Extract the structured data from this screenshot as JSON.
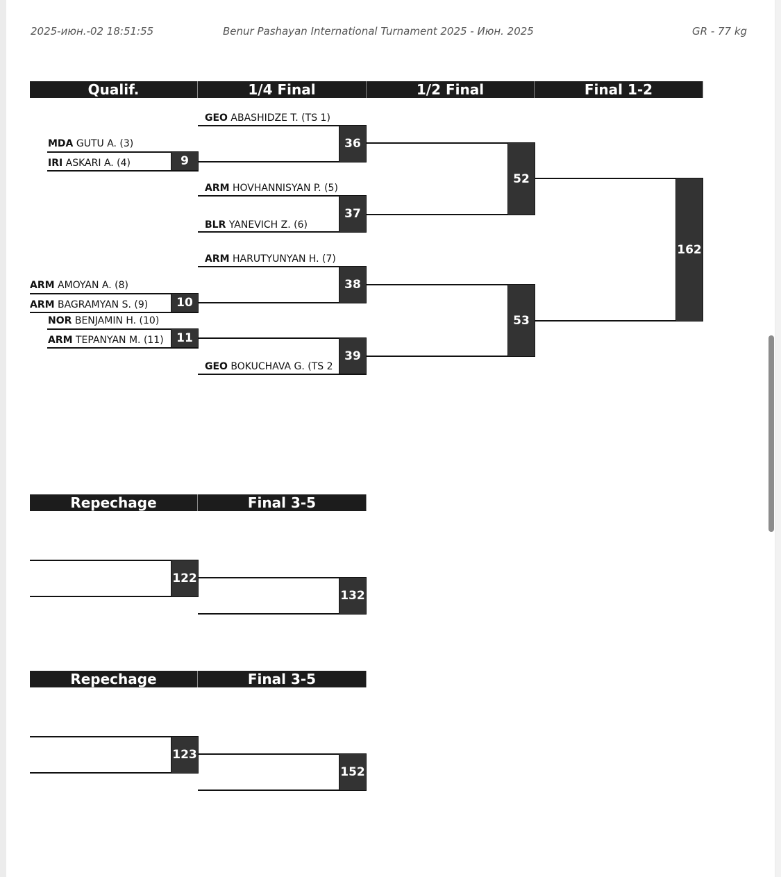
{
  "header": {
    "timestamp": "2025-июн.-02 18:51:55",
    "title": "Benur Pashayan International Turnament 2025 - Июн. 2025",
    "category": "GR - 77 kg"
  },
  "rounds": {
    "qualif": "Qualif.",
    "quarter": "1/4 Final",
    "semi": "1/2 Final",
    "final": "Final 1-2",
    "repechage1": "Repechage",
    "final35_1": "Final 3-5",
    "repechage2": "Repechage",
    "final35_2": "Final 3-5"
  },
  "wrestlers": [
    {
      "country": "GEO",
      "name": "ABASHIDZE T. (TS 1)"
    },
    {
      "country": "MDA",
      "name": "GUTU A. (3)"
    },
    {
      "country": "IRI",
      "name": "ASKARI A. (4)"
    },
    {
      "country": "ARM",
      "name": "HOVHANNISYAN P. (5)"
    },
    {
      "country": "BLR",
      "name": "YANEVICH Z. (6)"
    },
    {
      "country": "ARM",
      "name": "HARUTYUNYAN H. (7)"
    },
    {
      "country": "ARM",
      "name": "AMOYAN A. (8)"
    },
    {
      "country": "ARM",
      "name": "BAGRAMYAN S. (9)"
    },
    {
      "country": "NOR",
      "name": "BENJAMIN H. (10)"
    },
    {
      "country": "ARM",
      "name": "TEPANYAN M. (11)"
    },
    {
      "country": "GEO",
      "name": "BOKUCHAVA G. (TS 2"
    }
  ],
  "bouts": {
    "b9": "9",
    "b10": "10",
    "b11": "11",
    "b36": "36",
    "b37": "37",
    "b38": "38",
    "b39": "39",
    "b52": "52",
    "b53": "53",
    "b162": "162",
    "b122": "122",
    "b132": "132",
    "b123": "123",
    "b152": "152"
  }
}
